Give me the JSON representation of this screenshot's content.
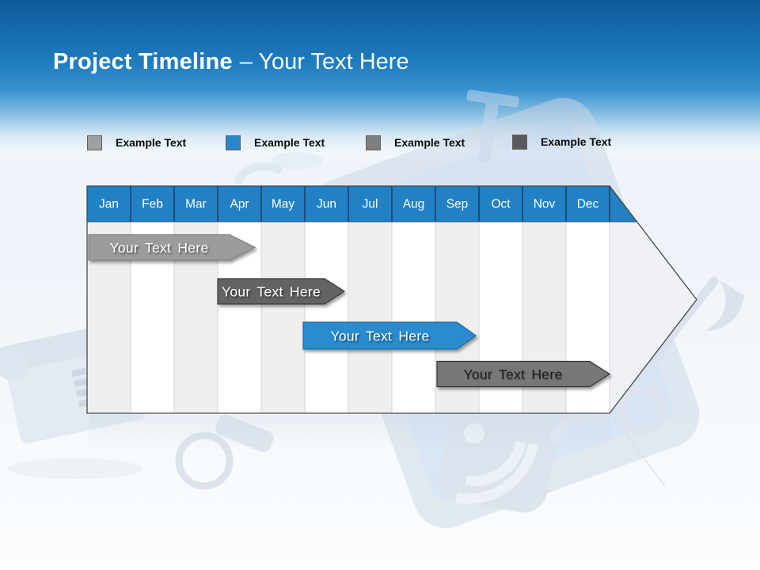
{
  "title": {
    "bold_text": "Project Timeline",
    "light_text": "– Your Text Here"
  },
  "legend": {
    "items": [
      {
        "label": "Example Text",
        "color": "#a0a0a0"
      },
      {
        "label": "Example Text",
        "color": "#2a86c8"
      },
      {
        "label": "Example Text",
        "color": "#7f7f7f"
      },
      {
        "label": "Example Text",
        "color": "#595959"
      }
    ]
  },
  "timeline": {
    "header_color": "#2181c4",
    "months": [
      "Jan",
      "Feb",
      "Mar",
      "Apr",
      "May",
      "Jun",
      "Jul",
      "Aug",
      "Sep",
      "Oct",
      "Nov",
      "Dec"
    ],
    "bars": [
      {
        "label": "Your Text Here",
        "color": "#9c9c9c",
        "text_color": "#ffffff",
        "start_month": "Jan",
        "end_month": "Apr"
      },
      {
        "label": "Your Text Here",
        "color": "#636363",
        "text_color": "#ffffff",
        "start_month": "Apr",
        "end_month": "Jun"
      },
      {
        "label": "Your Text Here",
        "color": "#2b8ccf",
        "text_color": "#ffffff",
        "start_month": "Jun",
        "end_month": "Sep"
      },
      {
        "label": "Your Text Here",
        "color": "#777777",
        "text_color": "#1a1a1a",
        "start_month": "Oct",
        "end_month": "Dec"
      }
    ]
  },
  "background": {
    "decorations": [
      "telephone",
      "tablet",
      "keyring",
      "rss-symbol",
      "rings",
      "music-note"
    ]
  }
}
